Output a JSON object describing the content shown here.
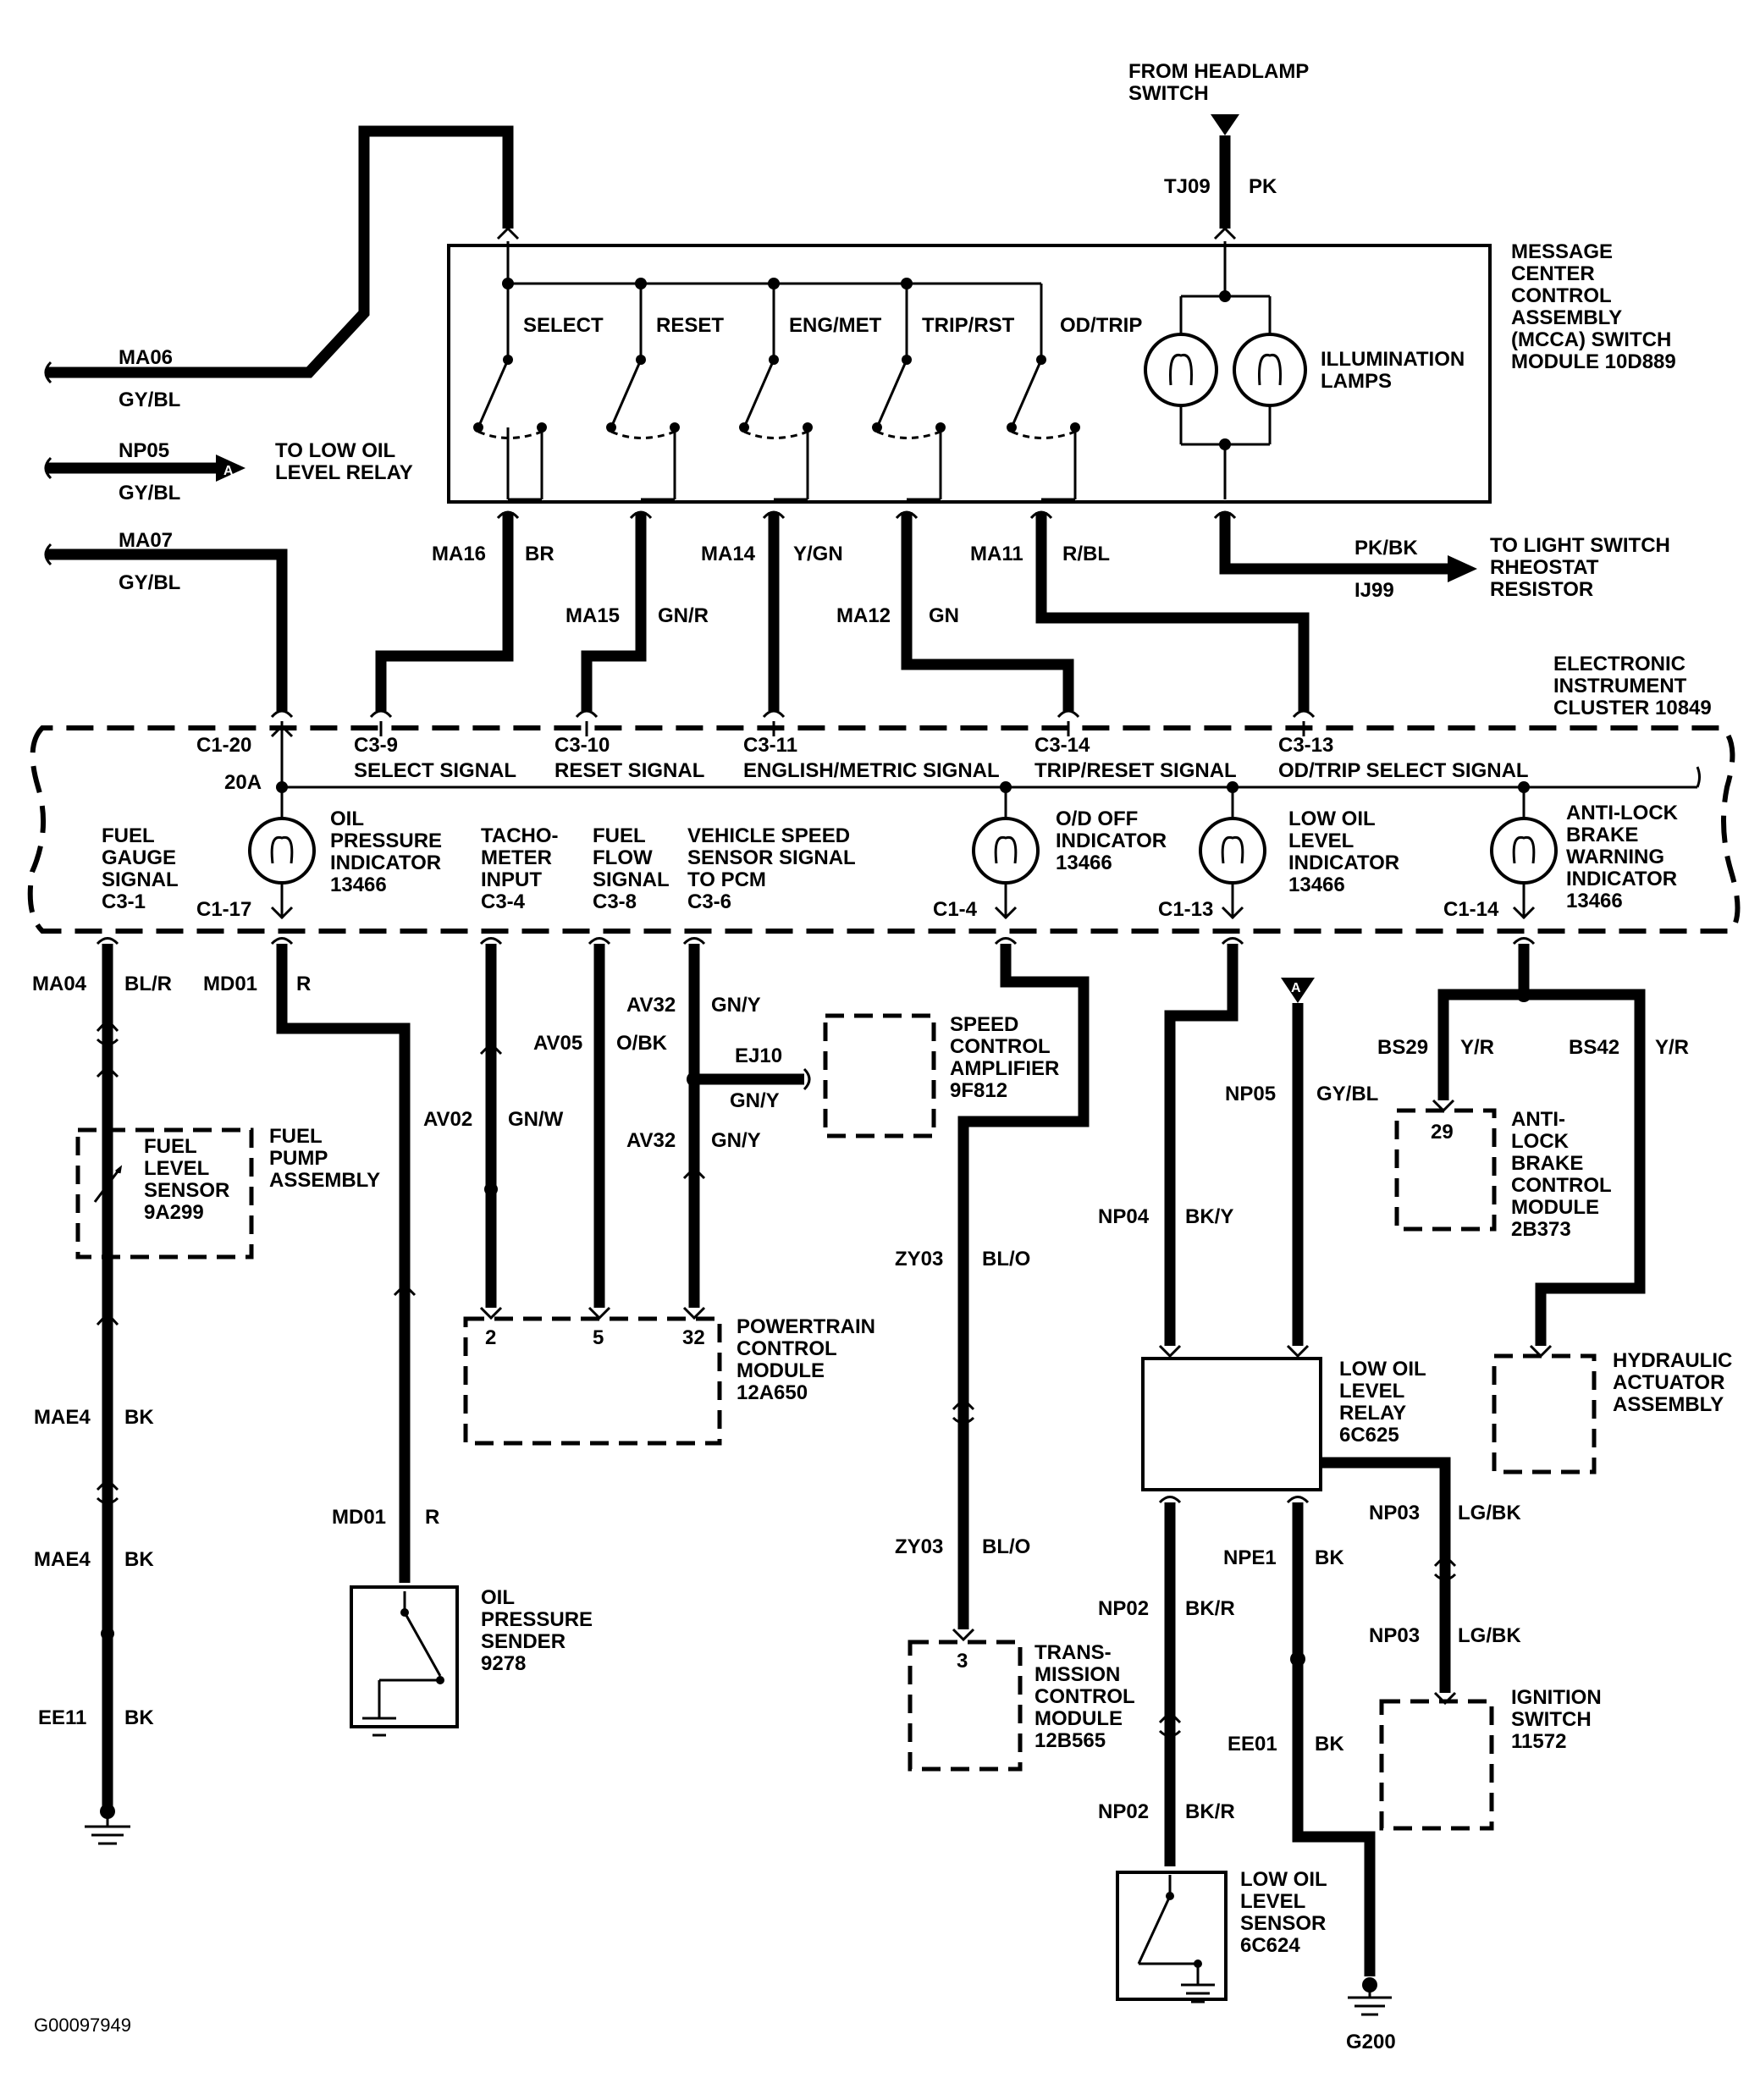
{
  "figure_id": "G00097949",
  "inputs": {
    "from_headlamp": "FROM HEADLAMP\nSWITCH",
    "tj09": "TJ09",
    "pk": "PK"
  },
  "mcca": {
    "title": "MESSAGE\nCENTER\nCONTROL\nASSEMBLY\n(MCCA) SWITCH\nMODULE 10D889",
    "switches": [
      "SELECT",
      "RESET",
      "ENG/MET",
      "TRIP/RST",
      "OD/TRIP"
    ],
    "illumination": "ILLUMINATION\nLAMPS"
  },
  "left_wires": {
    "ma06": "MA06",
    "ma06_color": "GY/BL",
    "np05": "NP05",
    "np05_color": "GY/BL",
    "to_low_oil": "TO LOW OIL\nLEVEL RELAY",
    "ma07": "MA07",
    "ma07_color": "GY/BL",
    "connector_a": "A"
  },
  "switch_wires": {
    "ma16": "MA16",
    "ma16_color": "BR",
    "ma15": "MA15",
    "ma15_color": "GN/R",
    "ma14": "MA14",
    "ma14_color": "Y/GN",
    "ma12": "MA12",
    "ma12_color": "GN",
    "ma11": "MA11",
    "ma11_color": "R/BL",
    "pkbk": "PK/BK",
    "ij99": "IJ99",
    "to_light_switch": "TO LIGHT SWITCH\nRHEOSTAT\nRESISTOR"
  },
  "cluster": {
    "title": "ELECTRONIC\nINSTRUMENT\nCLUSTER 10849",
    "pins_top": [
      "C1-20",
      "C3-9",
      "C3-10",
      "C3-11",
      "C3-14",
      "C3-13"
    ],
    "fuse": "20A",
    "signals": [
      "SELECT SIGNAL",
      "RESET SIGNAL",
      "ENGLISH/METRIC SIGNAL",
      "TRIP/RESET SIGNAL",
      "OD/TRIP SELECT SIGNAL"
    ],
    "fuel_gauge": "FUEL\nGAUGE\nSIGNAL\nC3-1",
    "c1_17": "C1-17",
    "oil_pressure": "OIL\nPRESSURE\nINDICATOR\n13466",
    "tach": "TACHO-\nMETER\nINPUT\nC3-4",
    "fuel_flow": "FUEL\nFLOW\nSIGNAL\nC3-8",
    "vss": "VEHICLE SPEED\nSENSOR SIGNAL\nTO PCM\nC3-6",
    "od_off": "O/D OFF\nINDICATOR\n13466",
    "c1_4": "C1-4",
    "low_oil_ind": "LOW OIL\nLEVEL\nINDICATOR\n13466",
    "c1_13": "C1-13",
    "abs_ind": "ANTI-LOCK\nBRAKE\nWARNING\nINDICATOR\n13466",
    "c1_14": "C1-14"
  },
  "lower": {
    "ma04": "MA04",
    "ma04_color": "BL/R",
    "md01": "MD01",
    "md01_color": "R",
    "fuel_pump": "FUEL\nPUMP\nASSEMBLY",
    "fuel_sensor": "FUEL\nLEVEL\nSENSOR\n9A299",
    "mae4": "MAE4",
    "bk": "BK",
    "ee11": "EE11",
    "av02": "AV02",
    "av02_color": "GN/W",
    "av05": "AV05",
    "av05_color": "O/BK",
    "av32": "AV32",
    "av32_color": "GN/Y",
    "ej10": "EJ10",
    "ej10_color": "GN/Y",
    "speed_control": "SPEED\nCONTROL\nAMPLIFIER\n9F812",
    "pcm_pins": [
      "2",
      "5",
      "32"
    ],
    "pcm": "POWERTRAIN\nCONTROL\nMODULE\n12A650",
    "oil_sender": "OIL\nPRESSURE\nSENDER\n9278",
    "zy03": "ZY03",
    "zy03_color": "BL/O",
    "tcm_pin": "3",
    "tcm": "TRANS-\nMISSION\nCONTROL\nMODULE\n12B565",
    "np04": "NP04",
    "np04_color": "BK/Y",
    "np05": "NP05",
    "np05_color": "GY/BL",
    "relay": "LOW OIL\nLEVEL\nRELAY\n6C625",
    "np03": "NP03",
    "np03_color": "LG/BK",
    "npe1": "NPE1",
    "np02": "NP02",
    "np02_color": "BK/R",
    "ee01": "EE01",
    "ignition": "IGNITION\nSWITCH\n11572",
    "low_oil_sensor": "LOW OIL\nLEVEL\nSENSOR\n6C624",
    "g200": "G200",
    "bs29": "BS29",
    "bs29_color": "Y/R",
    "bs42": "BS42",
    "bs42_color": "Y/R",
    "abs_pin": "29",
    "abs_module": "ANTI-\nLOCK\nBRAKE\nCONTROL\nMODULE\n2B373",
    "hydraulic": "HYDRAULIC\nACTUATOR\nASSEMBLY"
  }
}
